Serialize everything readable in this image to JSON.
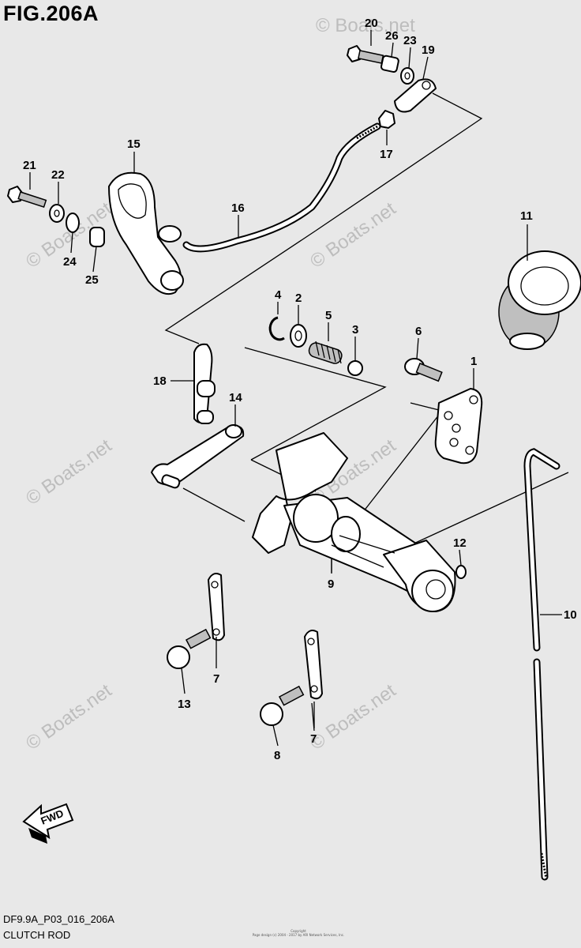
{
  "header": {
    "figure_title": "FIG.206A"
  },
  "footer": {
    "code": "DF9.9A_P03_016_206A",
    "name": "CLUTCH ROD",
    "copyright_line1": "Copyright",
    "copyright_line2": "Page design (c) 2004 - 2017 by ARI Network Services, Inc."
  },
  "watermark": "© Boats.net",
  "fwd_label": "FWD",
  "callouts": [
    {
      "id": "c20",
      "label": "20"
    },
    {
      "id": "c26",
      "label": "26"
    },
    {
      "id": "c23",
      "label": "23"
    },
    {
      "id": "c19",
      "label": "19"
    },
    {
      "id": "c17",
      "label": "17"
    },
    {
      "id": "c15",
      "label": "15"
    },
    {
      "id": "c21",
      "label": "21"
    },
    {
      "id": "c22",
      "label": "22"
    },
    {
      "id": "c16",
      "label": "16"
    },
    {
      "id": "c24",
      "label": "24"
    },
    {
      "id": "c25",
      "label": "25"
    },
    {
      "id": "c11",
      "label": "11"
    },
    {
      "id": "c4",
      "label": "4"
    },
    {
      "id": "c2",
      "label": "2"
    },
    {
      "id": "c5",
      "label": "5"
    },
    {
      "id": "c3",
      "label": "3"
    },
    {
      "id": "c6",
      "label": "6"
    },
    {
      "id": "c1",
      "label": "1"
    },
    {
      "id": "c18",
      "label": "18"
    },
    {
      "id": "c14",
      "label": "14"
    },
    {
      "id": "c12",
      "label": "12"
    },
    {
      "id": "c9",
      "label": "9"
    },
    {
      "id": "c10",
      "label": "10"
    },
    {
      "id": "c7a",
      "label": "7"
    },
    {
      "id": "c13",
      "label": "13"
    },
    {
      "id": "c7b",
      "label": "7"
    },
    {
      "id": "c8",
      "label": "8"
    }
  ]
}
